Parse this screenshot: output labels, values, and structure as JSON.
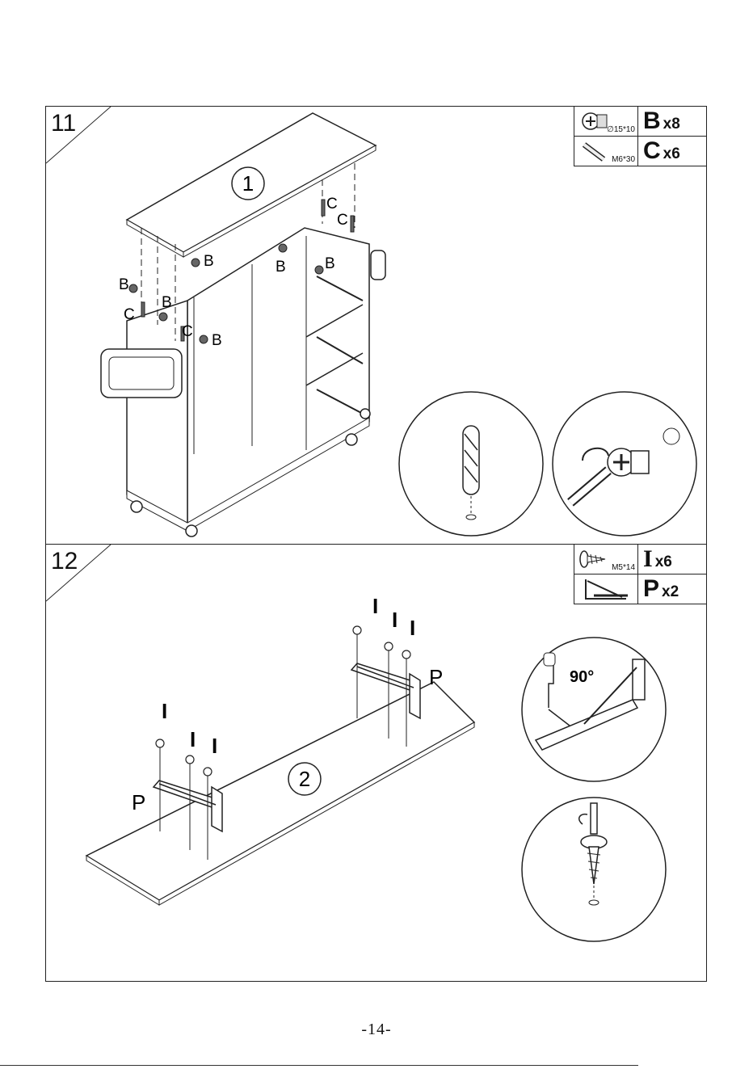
{
  "steps": [
    {
      "number": "11",
      "assembly_label": "1",
      "parts": [
        {
          "icon": "cam-lock-icon",
          "letter": "B",
          "quantity": "x8",
          "size": "∅15*10"
        },
        {
          "icon": "bolt-icon",
          "letter": "C",
          "quantity": "x6",
          "size": "M6*30"
        }
      ],
      "callouts": [
        "B",
        "B",
        "B",
        "B",
        "B",
        "B",
        "C",
        "C",
        "C",
        "C"
      ]
    },
    {
      "number": "12",
      "assembly_label": "2",
      "parts": [
        {
          "icon": "screw-icon",
          "letter": "I",
          "quantity": "x6",
          "size": "M5*14"
        },
        {
          "icon": "folding-bracket-icon",
          "letter": "P",
          "quantity": "x2",
          "size": ""
        }
      ],
      "callouts": [
        "I",
        "I",
        "I",
        "I",
        "I",
        "I",
        "P",
        "P"
      ],
      "angle_label": "90°"
    }
  ],
  "page_number": "-14-"
}
